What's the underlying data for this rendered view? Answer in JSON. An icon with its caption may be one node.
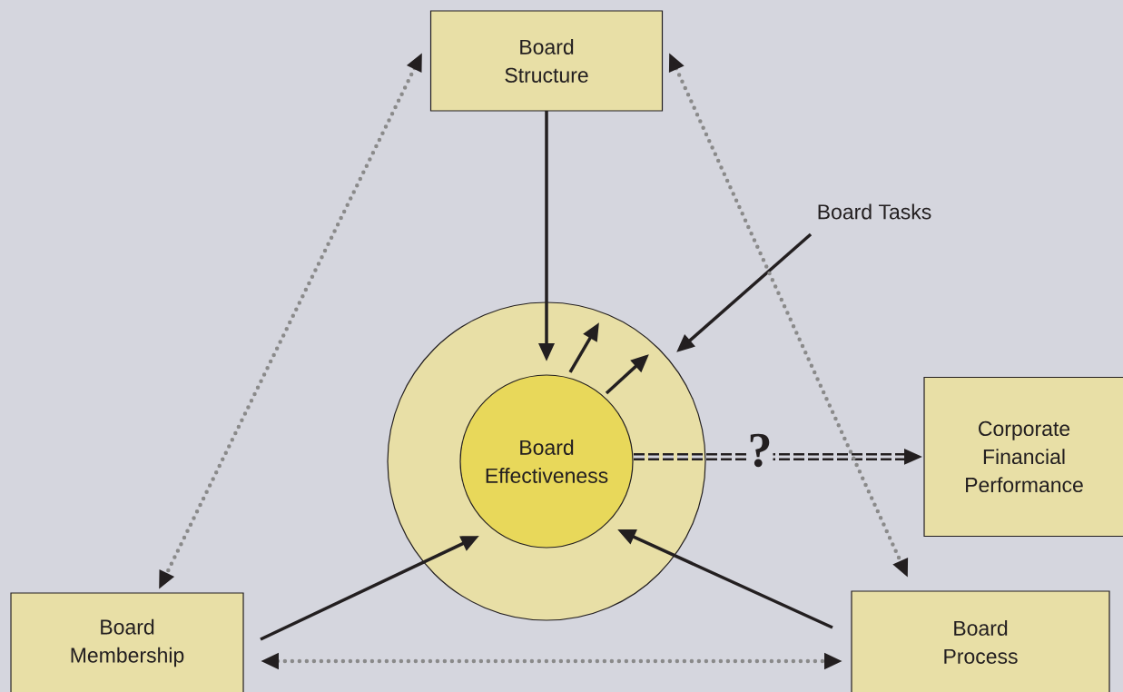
{
  "diagram": {
    "nodes": [
      {
        "text": [
          "Board Structure"
        ]
      },
      {
        "text": [],
        "shape": "circle"
      },
      {
        "text": [
          "Board Effectiveness"
        ],
        "in": 1
      },
      {
        "text": [
          "Board Tasks"
        ]
      },
      {
        "text": [
          "Corporate Financial Performance"
        ]
      },
      {
        "text": [
          "Board Membership"
        ]
      },
      {
        "text": [
          "Board Process"
        ]
      }
    ],
    "edges": [
      {
        "from": 0,
        "to": 2,
        "arrow": "to"
      },
      {
        "from": 3,
        "to": 1,
        "arrow": "to"
      },
      {
        "from": 2,
        "to": null,
        "arrow": "to"
      },
      {
        "from": 2,
        "to": null,
        "arrow": "to"
      },
      {
        "from": 2,
        "to": 4,
        "arrow": "to",
        "label": "?",
        "style": "dashed"
      },
      {
        "from": 5,
        "to": 2,
        "arrow": "to"
      },
      {
        "from": 6,
        "to": 2,
        "arrow": "to"
      },
      {
        "from": 0,
        "to": 5,
        "arrow": "both",
        "style": "dashed",
        "color": "#8a8a8a"
      },
      {
        "from": 0,
        "to": 6,
        "arrow": "both",
        "style": "dashed",
        "color": "#8a8a8a"
      },
      {
        "from": 5,
        "to": 6,
        "arrow": "both",
        "style": "dashed",
        "color": "#8a8a8a"
      }
    ]
  }
}
